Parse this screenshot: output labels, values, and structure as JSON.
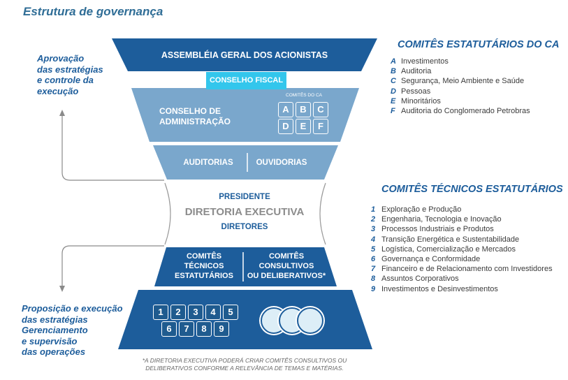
{
  "page_title": "Estrutura de governança",
  "left": {
    "top_text": [
      "Aprovação",
      "das estratégias",
      "e controle da",
      "execução"
    ],
    "bottom_text": [
      "Proposição e execução",
      "das estratégias",
      "Gerenciamento",
      "e supervisão",
      "das operações"
    ]
  },
  "funnel": {
    "assembleia": "ASSEMBLÉIA GERAL DOS ACIONISTAS",
    "conselho_fiscal": "CONSELHO FISCAL",
    "conselho_admin": [
      "CONSELHO DE",
      "ADMINISTRAÇÃO"
    ],
    "comites_do_ca_label": "COMITÊS DO CA",
    "ca_letters": [
      "A",
      "B",
      "C",
      "D",
      "E",
      "F"
    ],
    "auditorias": "AUDITORIAS",
    "ouvidorias": "OUVIDORIAS",
    "presidente": "PRESIDENTE",
    "diretoria_executiva": "DIRETORIA EXECUTIVA",
    "diretores": "DIRETORES",
    "comites_tecnicos": [
      "COMITÊS",
      "TÉCNICOS",
      "ESTATUTÁRIOS"
    ],
    "comites_consultivos": [
      "COMITÊS",
      "CONSULTIVOS",
      "OU DELIBERATIVOS*"
    ],
    "tech_numbers": [
      "1",
      "2",
      "3",
      "4",
      "5",
      "6",
      "7",
      "8",
      "9"
    ]
  },
  "ca_committees": {
    "heading": "COMITÊS ESTATUTÁRIOS DO CA",
    "items": [
      {
        "key": "A",
        "label": "Investimentos"
      },
      {
        "key": "B",
        "label": "Auditoria"
      },
      {
        "key": "C",
        "label": "Segurança, Meio Ambiente e Saúde"
      },
      {
        "key": "D",
        "label": "Pessoas"
      },
      {
        "key": "E",
        "label": "Minoritários"
      },
      {
        "key": "F",
        "label": "Auditoria do Conglomerado Petrobras"
      }
    ]
  },
  "tech_committees": {
    "heading": "COMITÊS TÉCNICOS ESTATUTÁRIOS",
    "items": [
      {
        "key": "1",
        "label": "Exploração e Produção"
      },
      {
        "key": "2",
        "label": "Engenharia, Tecnologia e Inovação"
      },
      {
        "key": "3",
        "label": "Processos Industriais e Produtos"
      },
      {
        "key": "4",
        "label": "Transição Energética e Sustentabilidade"
      },
      {
        "key": "5",
        "label": "Logística, Comercialização e Mercados"
      },
      {
        "key": "6",
        "label": "Governança e Conformidade"
      },
      {
        "key": "7",
        "label": "Financeiro e de Relacionamento com Investidores"
      },
      {
        "key": "8",
        "label": "Assuntos Corporativos"
      },
      {
        "key": "9",
        "label": "Investimentos e Desinvestimentos"
      }
    ]
  },
  "footnote": [
    "*A DIRETORIA EXECUTIVA PODERÁ CRIAR COMITÊS CONSULTIVOS OU",
    "DELIBERATIVOS CONFORME A RELEVÂNCIA DE TEMAS E MATÉRIAS."
  ],
  "colors": {
    "dark_blue": "#1d5d9b",
    "mid_blue": "#7aa7cc",
    "cyan": "#33c6ec",
    "arrow_gray": "#8a8a8a"
  }
}
